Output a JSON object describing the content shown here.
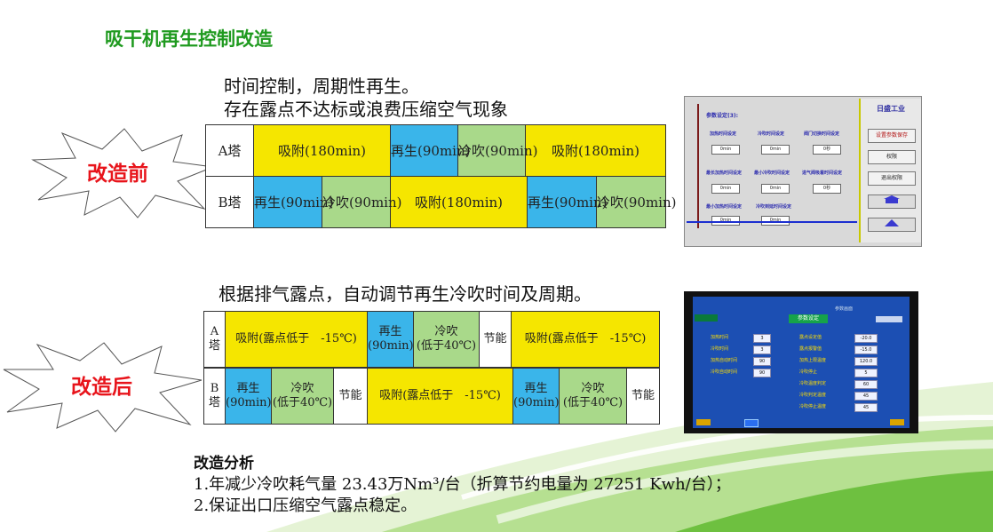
{
  "title": "吸干机再生控制改造",
  "before": {
    "badge": "改造前",
    "lines": [
      "时间控制，周期性再生。",
      "存在露点不达标或浪费压缩空气现象"
    ],
    "row_a": {
      "label": "A塔",
      "cells": [
        "吸附(180min)",
        "再生(90min)",
        "冷吹(90min)",
        "吸附(180min)"
      ]
    },
    "row_b": {
      "label": "B塔",
      "cells": [
        "再生(90min)",
        "冷吹(90min)",
        "吸附(180min)",
        "再生(90min)",
        "冷吹(90min)"
      ]
    }
  },
  "after": {
    "badge": "改造后",
    "line": "根据排气露点，自动调节再生冷吹时间及周期。",
    "row_a": {
      "label": "A\n塔",
      "cells": [
        "吸附(露点低于　-15℃)",
        "再生\n(90min)",
        "冷吹\n(低于40℃)",
        "节能",
        "吸附(露点低于　-15℃)"
      ]
    },
    "row_b": {
      "label": "B\n塔",
      "cells": [
        "再生\n(90min)",
        "冷吹\n(低于40℃)",
        "节能",
        "吸附(露点低于　-15℃)",
        "再生\n(90min)",
        "冷吹\n(低于40℃)",
        "节能"
      ]
    }
  },
  "panel1": {
    "header": "参数设定(3):",
    "brand": "日盛工业",
    "fields": [
      {
        "label": "加热时间设定",
        "value": "0min"
      },
      {
        "label": "冷吹时间设定",
        "value": "0min"
      },
      {
        "label": "阀门切换时间设定",
        "value": "0秒"
      },
      {
        "label": "最长加热时间设定",
        "value": "0min"
      },
      {
        "label": "最小冷吹时间设定",
        "value": "0min"
      },
      {
        "label": "进气阀吸着时间设定",
        "value": "0秒"
      },
      {
        "label": "最小加热时间设定",
        "value": "0min"
      },
      {
        "label": "冷吹到延时间设定",
        "value": "0min"
      }
    ],
    "buttons": [
      "设置参数保存",
      "权限",
      "退出权限"
    ]
  },
  "panel2": {
    "tab": "参数设定",
    "top_label": "参数画面",
    "rows": [
      {
        "l": "加热时间",
        "v": "3",
        "r": "露点设定值",
        "rv": "-20.0"
      },
      {
        "l": "冷吹时间",
        "v": "3",
        "r": "露点报警值",
        "rv": "-15.0"
      },
      {
        "l": "加热自动时间",
        "v": "90",
        "r": "加热上限温度",
        "rv": "120.0"
      },
      {
        "l": "冷吹自动时间",
        "v": "90",
        "r": "冷吹停止",
        "rv": "5"
      },
      {
        "l": "",
        "v": "",
        "r": "冷吹温度判定",
        "rv": "60"
      },
      {
        "l": "",
        "v": "",
        "r": "冷吹判定温度",
        "rv": "45"
      },
      {
        "l": "",
        "v": "",
        "r": "冷吹停止温度",
        "rv": "45"
      }
    ]
  },
  "analysis": {
    "heading": "改造分析",
    "line1": "1.年减少冷吹耗气量 23.43万Nm³/台（折算节约电量为 27251 Kwh/台）；",
    "line2": "2.保证出口压缩空气露点稳定。"
  },
  "colors": {
    "adsorb": "#f5e600",
    "regen": "#3ab5ea",
    "cool": "#a9d98a",
    "badge": "#e8141b",
    "title": "#1f9a1f"
  }
}
